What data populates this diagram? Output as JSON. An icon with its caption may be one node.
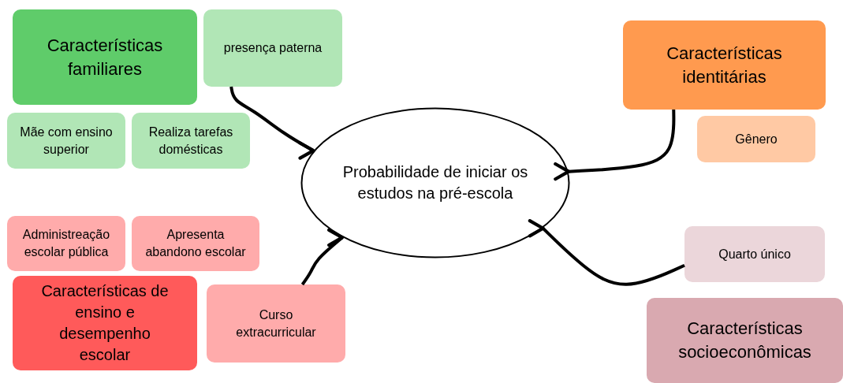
{
  "diagram": {
    "nodes": [
      {
        "text": [
          "Características familiares"
        ]
      },
      {
        "text": [
          "presença paterna"
        ]
      },
      {
        "text": [
          "Mãe com ensino superior"
        ]
      },
      {
        "text": [
          "Realiza tarefas domésticas"
        ]
      },
      {
        "text": [
          "Características identitárias"
        ]
      },
      {
        "text": [
          "Gênero"
        ]
      },
      {
        "text": [
          "Probabilidade de iniciar os estudos na pré-escola"
        ]
      },
      {
        "text": [
          "Administreação escolar pública"
        ]
      },
      {
        "text": [
          "Apresenta abandono escolar"
        ]
      },
      {
        "text": [
          "Características de ensino e desempenho escolar"
        ]
      },
      {
        "text": [
          "Curso extracurricular"
        ]
      },
      {
        "text": [
          "Quarto único"
        ]
      },
      {
        "text": [
          "Características socioeconômicas"
        ]
      }
    ],
    "edges": [
      {
        "from": 1,
        "to": 6,
        "arrow": "to"
      },
      {
        "from": 4,
        "to": 6,
        "arrow": "to"
      },
      {
        "from": 10,
        "to": 6,
        "arrow": "to"
      },
      {
        "from": 11,
        "to": 6,
        "arrow": "to"
      }
    ]
  }
}
